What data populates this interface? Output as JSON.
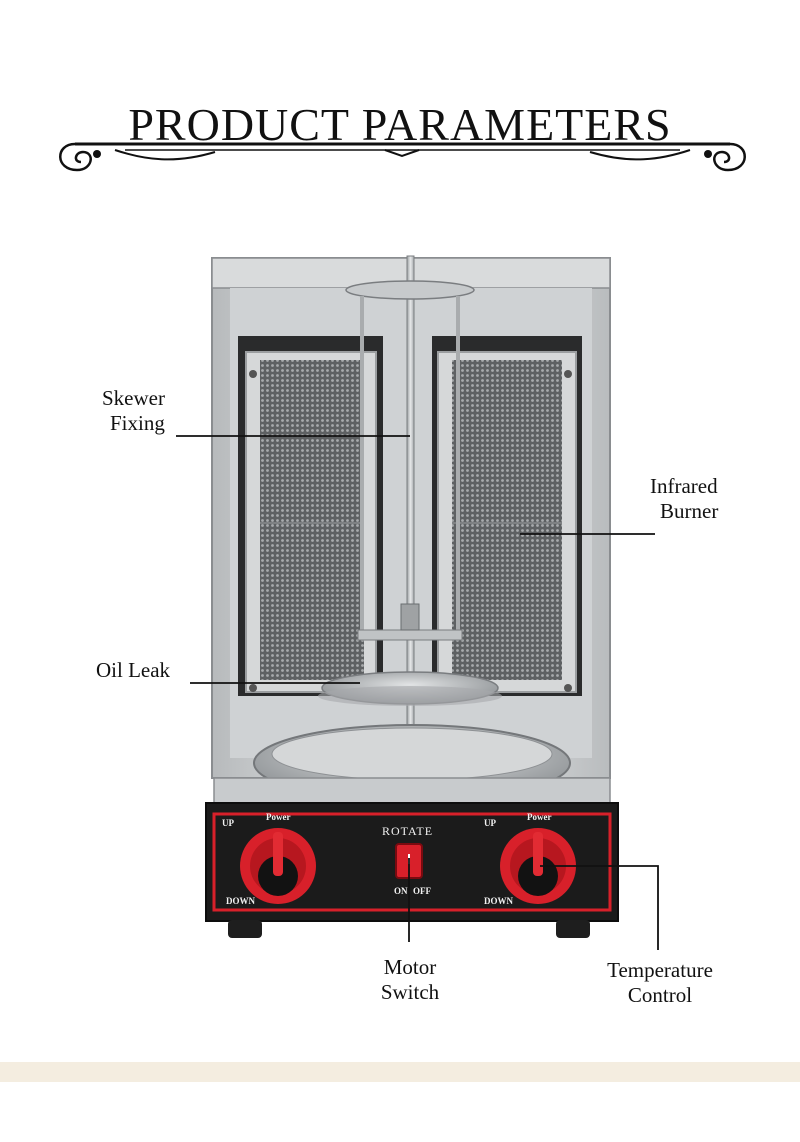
{
  "title": "PRODUCT PARAMETERS",
  "labels": {
    "skewer_fixing": [
      "Skewer",
      "Fixing"
    ],
    "infrared_burner": [
      "Infrared",
      "Burner"
    ],
    "oil_leak": "Oil Leak",
    "motor_switch": [
      "Motor",
      "Switch"
    ],
    "temperature_control": [
      "Temperature",
      "Control"
    ]
  },
  "panel": {
    "rotate": "ROTATE",
    "left_knob": {
      "up": "UP",
      "power": "Power",
      "down": "DOWN"
    },
    "right_knob": {
      "up": "UP",
      "power": "Power",
      "down": "DOWN"
    },
    "switch_on": "ON",
    "switch_off": "OFF"
  },
  "colors": {
    "accent_red": "#d8202a",
    "panel_black": "#1b1b1b",
    "steel": "#c9ccce",
    "footer": "#f4ede0"
  }
}
